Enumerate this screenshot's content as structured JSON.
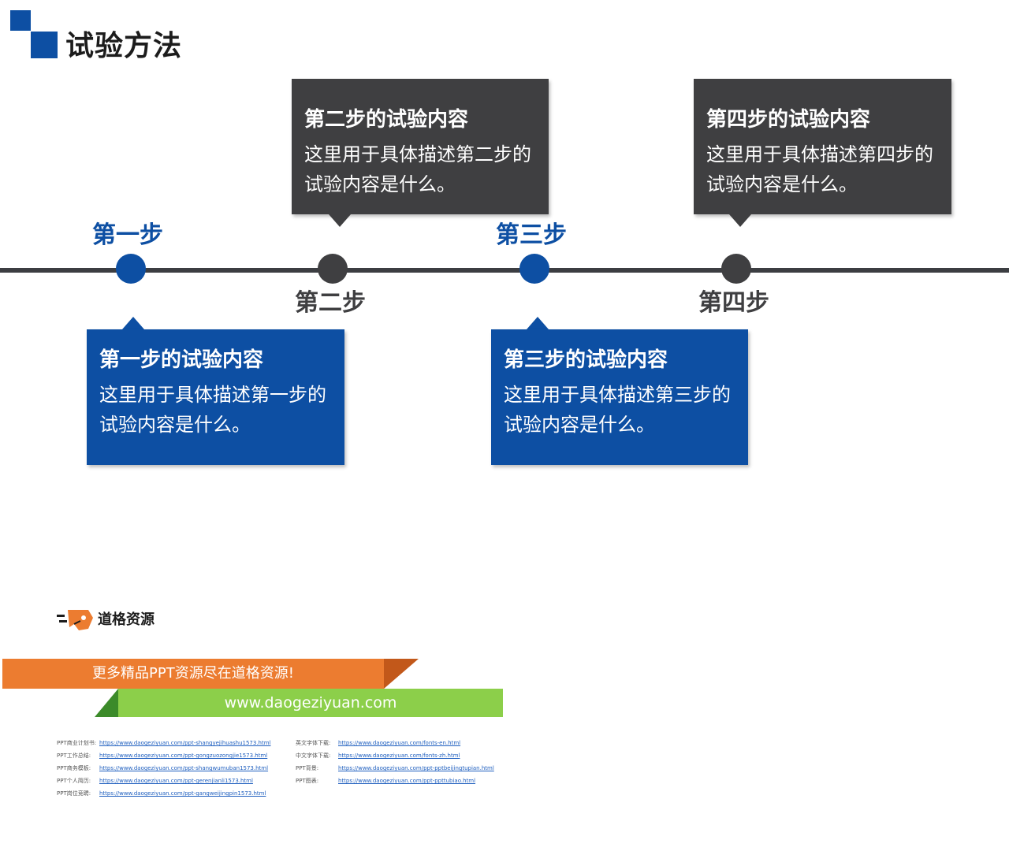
{
  "header": {
    "title": "试验方法"
  },
  "steps": [
    {
      "label": "第一步",
      "card_title": "第一步的试验内容",
      "card_desc": "这里用于具体描述第一步的试验内容是什么。"
    },
    {
      "label": "第二步",
      "card_title": "第二步的试验内容",
      "card_desc": "这里用于具体描述第二步的试验内容是什么。"
    },
    {
      "label": "第三步",
      "card_title": "第三步的试验内容",
      "card_desc": "这里用于具体描述第三步的试验内容是什么。"
    },
    {
      "label": "第四步",
      "card_title": "第四步的试验内容",
      "card_desc": "这里用于具体描述第四步的试验内容是什么。"
    }
  ],
  "colors": {
    "blue": "#0d4fa3",
    "gray": "#3f3f41",
    "orange": "#ec7c30",
    "green": "#8ccf4a"
  },
  "footer": {
    "brand": "道格资源",
    "banner_text": "更多精品PPT资源尽在道格资源!",
    "website": "www.daogeziyuan.com",
    "links_left": [
      {
        "label": "PPT商业计划书:",
        "url": "https://www.daogeziyuan.com/ppt-shangyejihuashu1573.html"
      },
      {
        "label": "PPT工作总结:",
        "url": "https://www.daogeziyuan.com/ppt-gongzuozongjie1573.html"
      },
      {
        "label": "PPT商务模板:",
        "url": "https://www.daogeziyuan.com/ppt-shangwumuban1573.html"
      },
      {
        "label": "PPT个人简历:",
        "url": "https://www.daogeziyuan.com/ppt-gerenjianli1573.html"
      },
      {
        "label": "PPT岗位竞聘:",
        "url": "https://www.daogeziyuan.com/ppt-gangweijingpin1573.html"
      }
    ],
    "links_right": [
      {
        "label": "英文字体下载:",
        "url": "https://www.daogeziyuan.com/fonts-en.html"
      },
      {
        "label": "中文字体下载:",
        "url": "https://www.daogeziyuan.com/fonts-zh.html"
      },
      {
        "label": "PPT背景:",
        "url": "https://www.daogeziyuan.com/ppt-pptbeijingtupian.html"
      },
      {
        "label": "PPT图表:",
        "url": "https://www.daogeziyuan.com/ppt-ppttubiao.html"
      }
    ]
  }
}
